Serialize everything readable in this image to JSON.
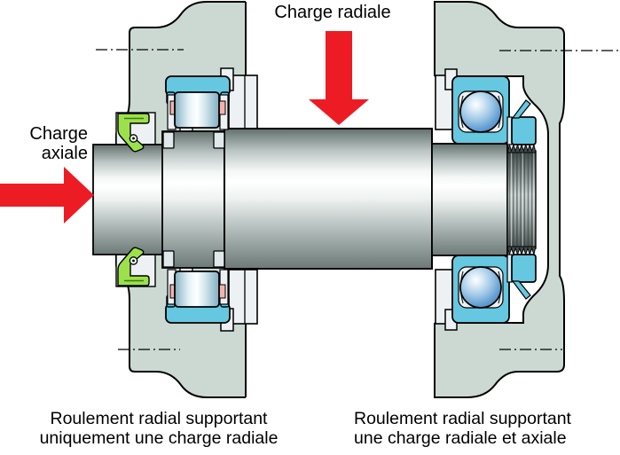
{
  "diagram": {
    "labels": {
      "radial_load": "Charge radiale",
      "axial_load_line1": "Charge",
      "axial_load_line2": "axiale",
      "caption_left_line1": "Roulement radial supportant",
      "caption_left_line2": "uniquement une charge radiale",
      "caption_right_line1": "Roulement radial supportant",
      "caption_right_line2": "une charge radiale et axiale"
    },
    "colors": {
      "background": "#ffffff",
      "housing": "#ccd9d2",
      "bearing_blue": "#66c7e0",
      "seal_green": "#9ce14b",
      "cage_pink": "#f2b3ae",
      "arrow_red": "#ed1c24",
      "cap_white": "#edf1f4",
      "outline": "#000000"
    }
  }
}
